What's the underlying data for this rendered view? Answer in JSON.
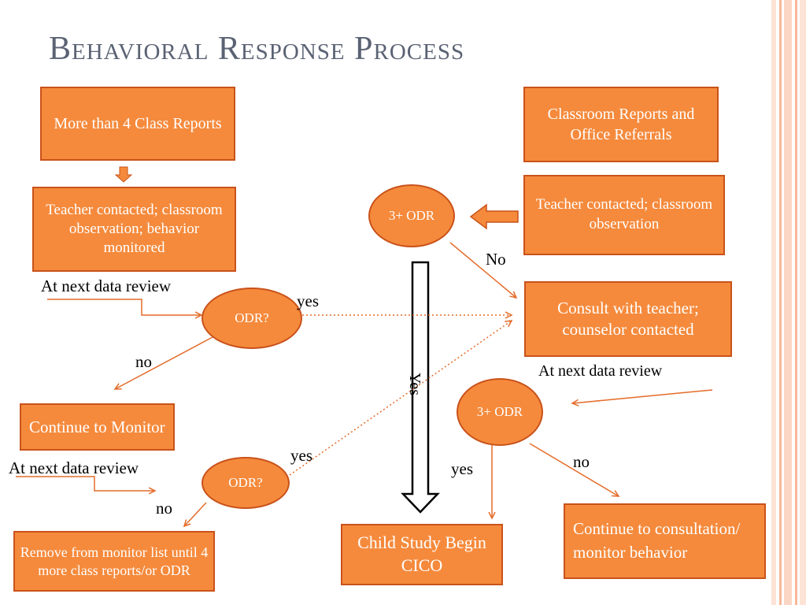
{
  "title": "Behavioral Response Process",
  "colors": {
    "box_fill": "#f58a3c",
    "box_border": "#c9521a",
    "arrow": "#e46c2a",
    "title": "#5a6273"
  },
  "nodes": {
    "class_reports": "More than 4 Class Reports",
    "teacher_contacted_left": "Teacher contacted; classroom observation; behavior monitored",
    "odr_top": "ODR?",
    "continue_monitor": "Continue to Monitor",
    "odr_bottom": "ODR?",
    "remove_monitor": "Remove from monitor list until 4 more class reports/or ODR",
    "classroom_reports": "Classroom Reports and Office Referrals",
    "teacher_contacted_right": "Teacher contacted; classroom observation",
    "odr3_top": "3+ ODR",
    "consult": "Consult with teacher; counselor contacted",
    "odr3_bottom": "3+ ODR",
    "child_study": "Child Study Begin CICO",
    "continue_consult": "Continue to consultation/ monitor behavior"
  },
  "labels": {
    "next_review_1": "At next data review",
    "yes_1": "yes",
    "no_1": "no",
    "next_review_2": "At next data review",
    "yes_2": "yes",
    "no_2": "no",
    "no_3": "No",
    "yes_big": "Yes",
    "next_review_3": "At next data review",
    "yes_3": "yes",
    "no_4": "no"
  }
}
